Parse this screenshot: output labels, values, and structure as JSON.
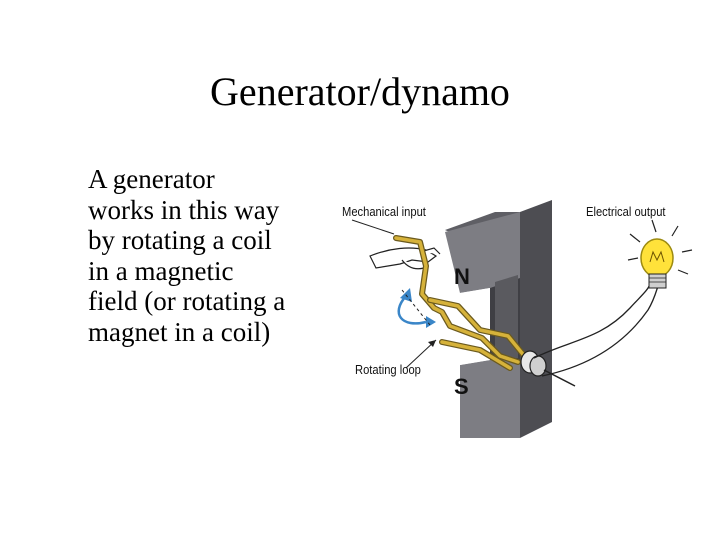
{
  "slide": {
    "title": "Generator/dynamo",
    "body_lines": [
      "A generator",
      "works in this way",
      "by rotating a coil",
      "in a magnetic",
      "field (or rotating a",
      "magnet in a coil)"
    ]
  },
  "figure": {
    "label_mechanical_input": "Mechanical input",
    "label_electrical_output": "Electrical output",
    "label_rotating_loop": "Rotating loop",
    "pole_north": "N",
    "pole_south": "S",
    "colors": {
      "magnet": "#7a7a80",
      "magnet_dark": "#4d4d52",
      "coil": "#d6b23a",
      "bulb": "#ffe23a",
      "rotation_arrow": "#3a86c8"
    }
  }
}
